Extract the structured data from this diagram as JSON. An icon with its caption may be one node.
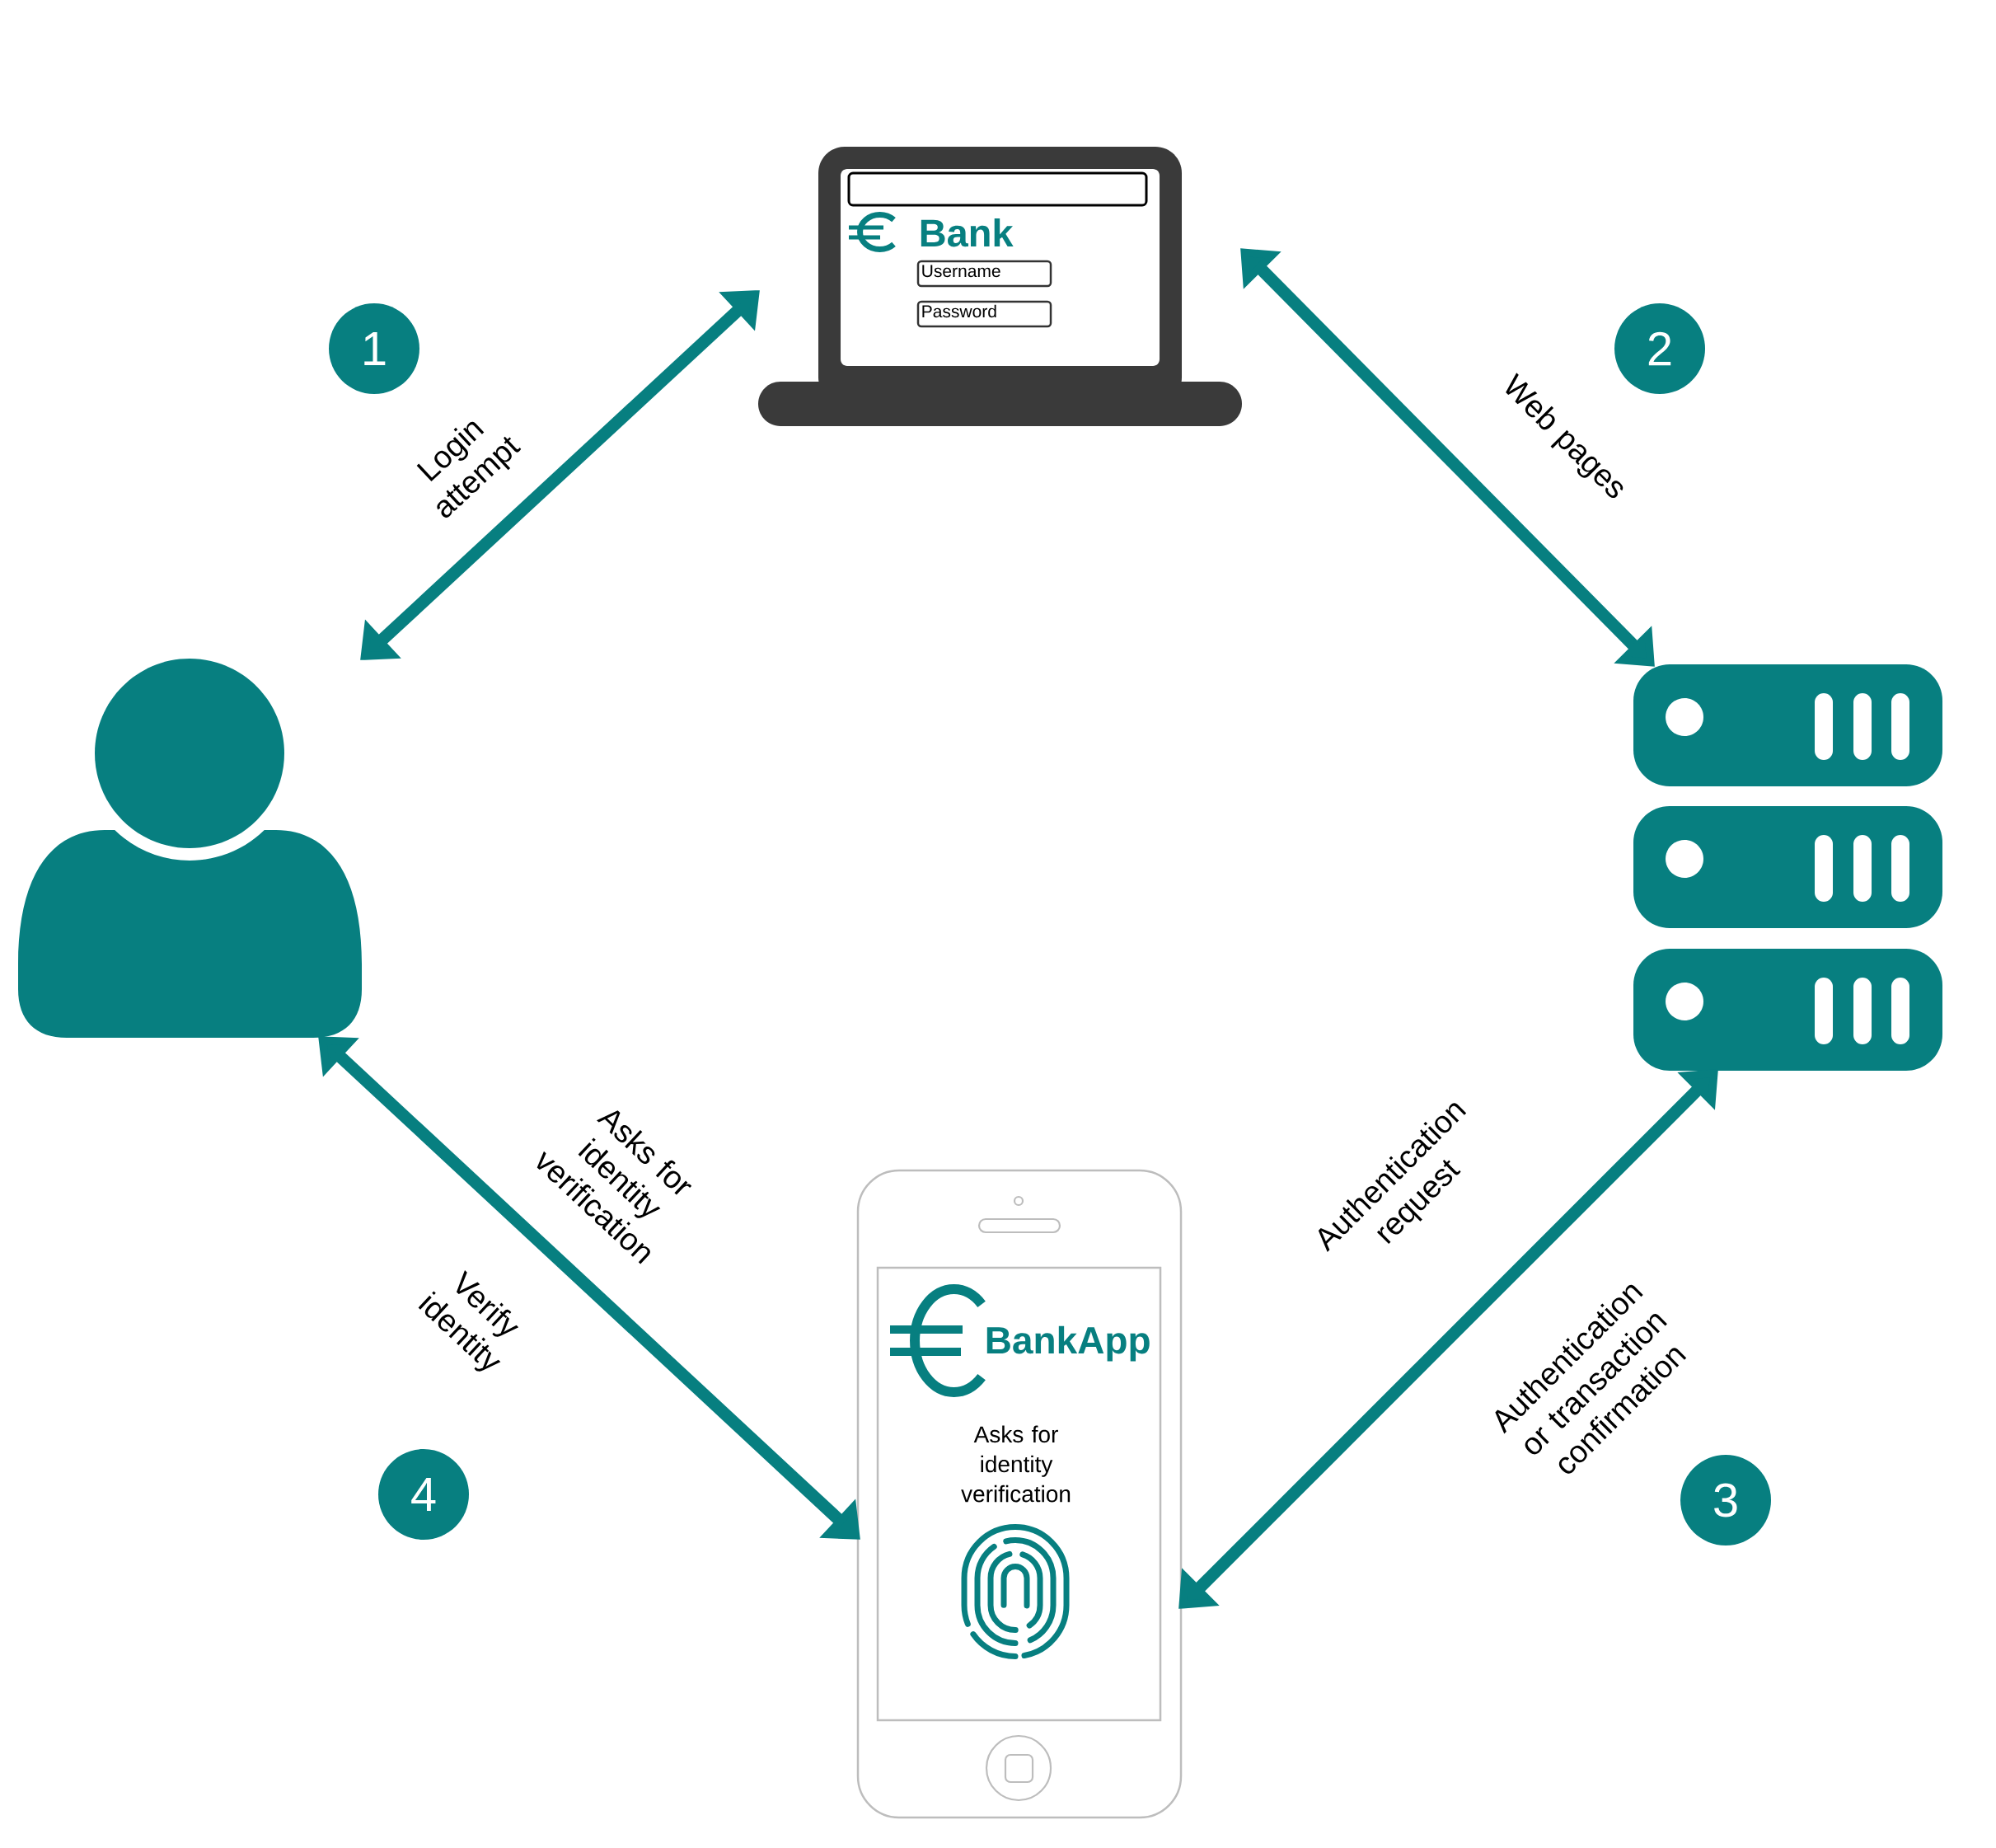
{
  "diagram": {
    "nodes": [
      {
        "text": [
          "1"
        ]
      },
      {
        "text": [
          "Bank",
          "Username",
          "Password"
        ]
      },
      {
        "text": [
          "2"
        ]
      },
      {
        "text": [],
        "shape": "person"
      },
      {
        "text": [],
        "shape": "picture"
      },
      {
        "text": [
          "BankApp",
          "Asks for identity verification"
        ]
      },
      {
        "text": [
          "4"
        ]
      },
      {
        "text": [
          "3"
        ]
      }
    ],
    "edges": [
      {
        "from": 3,
        "to": 1,
        "arrow": "both",
        "label": "Login attempt"
      },
      {
        "from": 1,
        "to": 4,
        "arrow": "both",
        "label": "Web pages"
      },
      {
        "from": 4,
        "to": 5,
        "arrow": "both",
        "label": "Authentication request"
      },
      {
        "from": 5,
        "to": 3,
        "arrow": "both",
        "label": "Asks for identity verification"
      }
    ],
    "labels": [
      "Verify identity",
      "Authentication or transaction confirmation"
    ]
  }
}
